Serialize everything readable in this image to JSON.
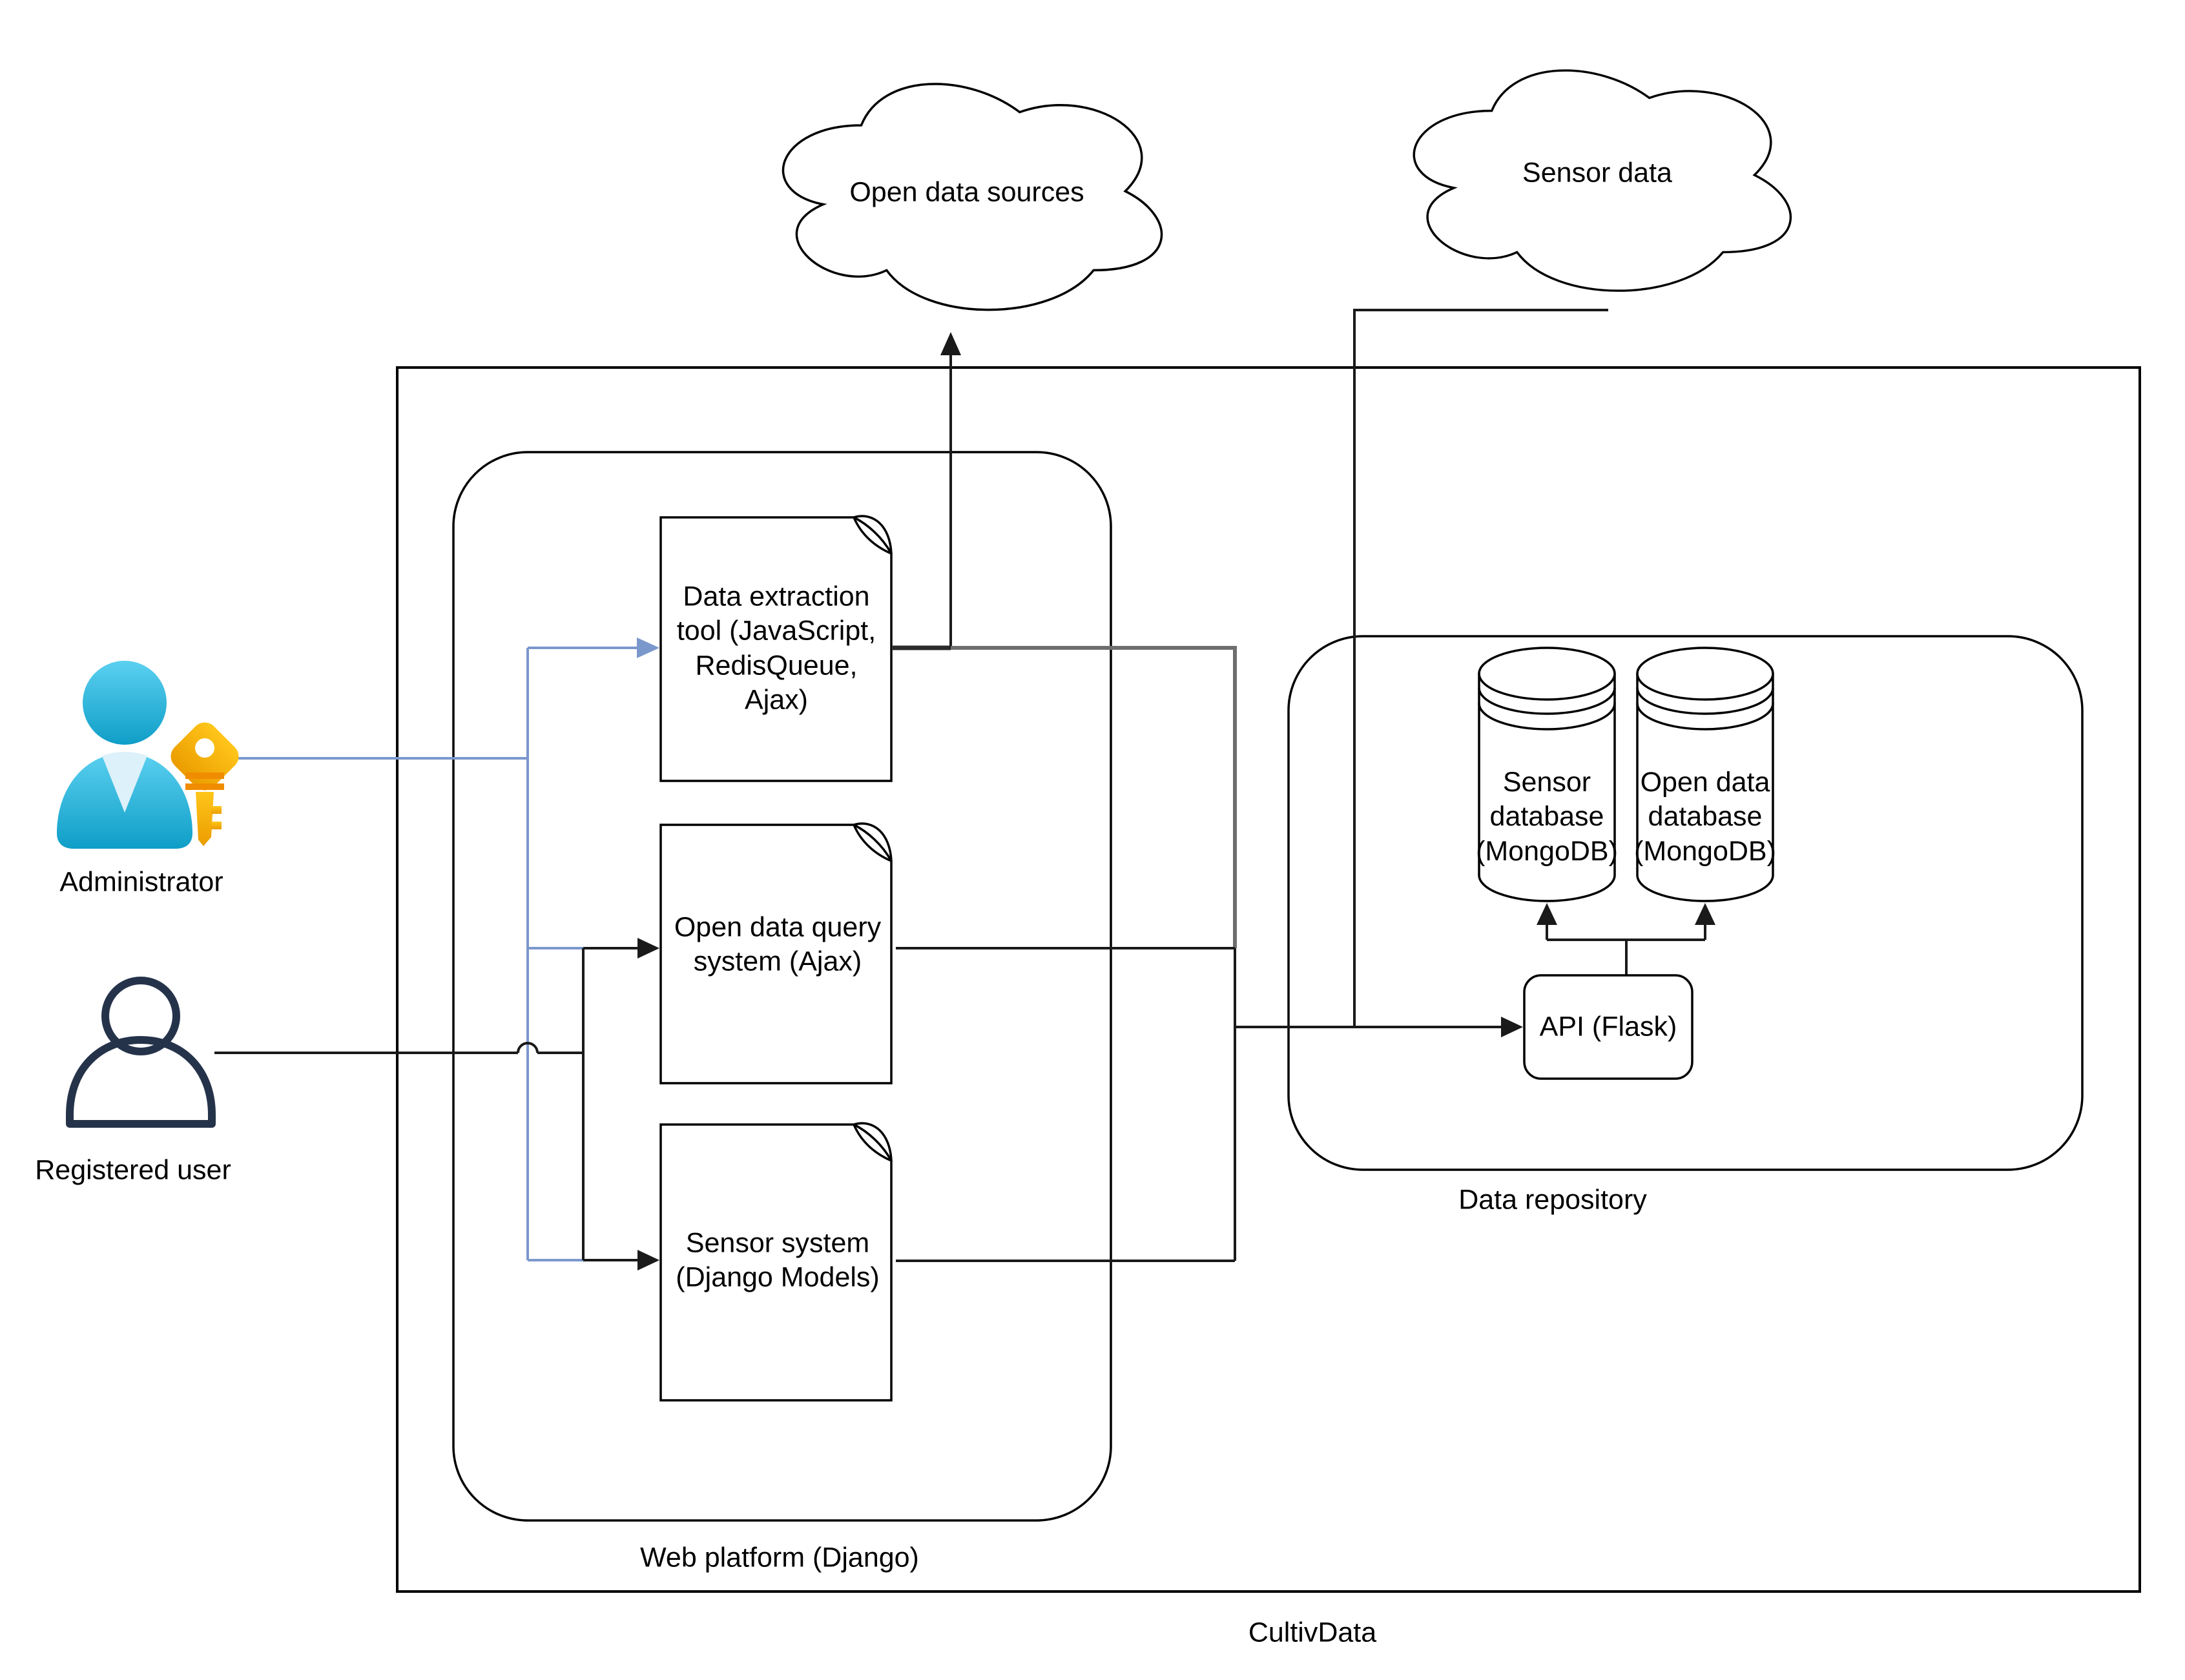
{
  "diagram": {
    "title": "CultivData",
    "clouds": {
      "open_data": "Open data sources",
      "sensor": "Sensor data"
    },
    "actors": {
      "administrator": "Administrator",
      "registered_user": "Registered user"
    },
    "web_platform": {
      "label": "Web platform (Django)",
      "modules": [
        {
          "label": "Data extraction\ntool (JavaScript,\nRedisQueue,\nAjax)"
        },
        {
          "label": "Open data query\nsystem (Ajax)"
        },
        {
          "label": "Sensor system\n(Django Models)"
        }
      ]
    },
    "data_repository": {
      "label": "Data repository",
      "api": "API (Flask)",
      "databases": [
        {
          "label": "Sensor\ndatabase\n(MongoDB)"
        },
        {
          "label": "Open data\ndatabase\n(MongoDB)"
        }
      ]
    },
    "colors": {
      "admin_flow": "#7b98cc",
      "extraction_flow": "#6e6e6e",
      "line": "#000000",
      "admin_icon_fill": "#2ab5dc",
      "key_icon_fill": "#f6b211",
      "user_icon_stroke": "#25334a"
    }
  }
}
